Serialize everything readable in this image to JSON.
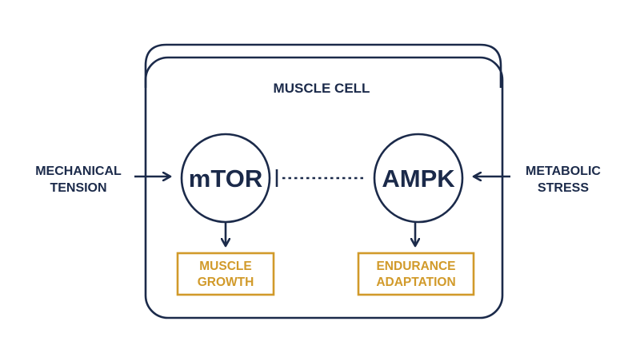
{
  "colors": {
    "navy": "#1b2a4a",
    "gold": "#d19a2a",
    "background": "#ffffff"
  },
  "cell_label": "MUSCLE CELL",
  "inputs": {
    "left": {
      "line1": "MECHANICAL",
      "line2": "TENSION"
    },
    "right": {
      "line1": "METABOLIC",
      "line2": "STRESS"
    }
  },
  "nodes": {
    "mtor": "mTOR",
    "ampk": "AMPK"
  },
  "outputs": {
    "growth": {
      "line1": "MUSCLE",
      "line2": "GROWTH"
    },
    "endurance": {
      "line1": "ENDURANCE",
      "line2": "ADAPTATION"
    }
  }
}
